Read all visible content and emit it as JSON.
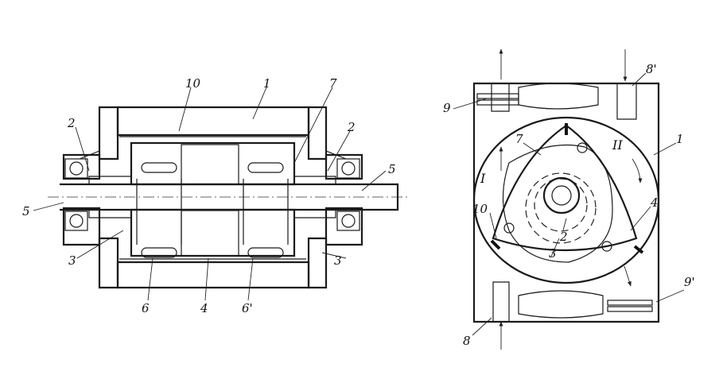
{
  "figure": {
    "left_view": {
      "labels": {
        "n10": "10",
        "n1": "1",
        "n7": "7",
        "n2_left": "2",
        "n2_right": "2",
        "n5_left": "5",
        "n5_right": "5",
        "n3_left": "3",
        "n3_right": "3",
        "n6": "6",
        "n4": "4",
        "n6_prime": "6'"
      }
    },
    "right_view": {
      "labels": {
        "n9": "9",
        "n8_prime": "8'",
        "n7": "7",
        "roman_II": "II",
        "n1": "1",
        "roman_I": "I",
        "n10": "10",
        "n4": "4",
        "n2": "2",
        "n3": "3",
        "n9_prime": "9'",
        "n8": "8"
      }
    }
  }
}
